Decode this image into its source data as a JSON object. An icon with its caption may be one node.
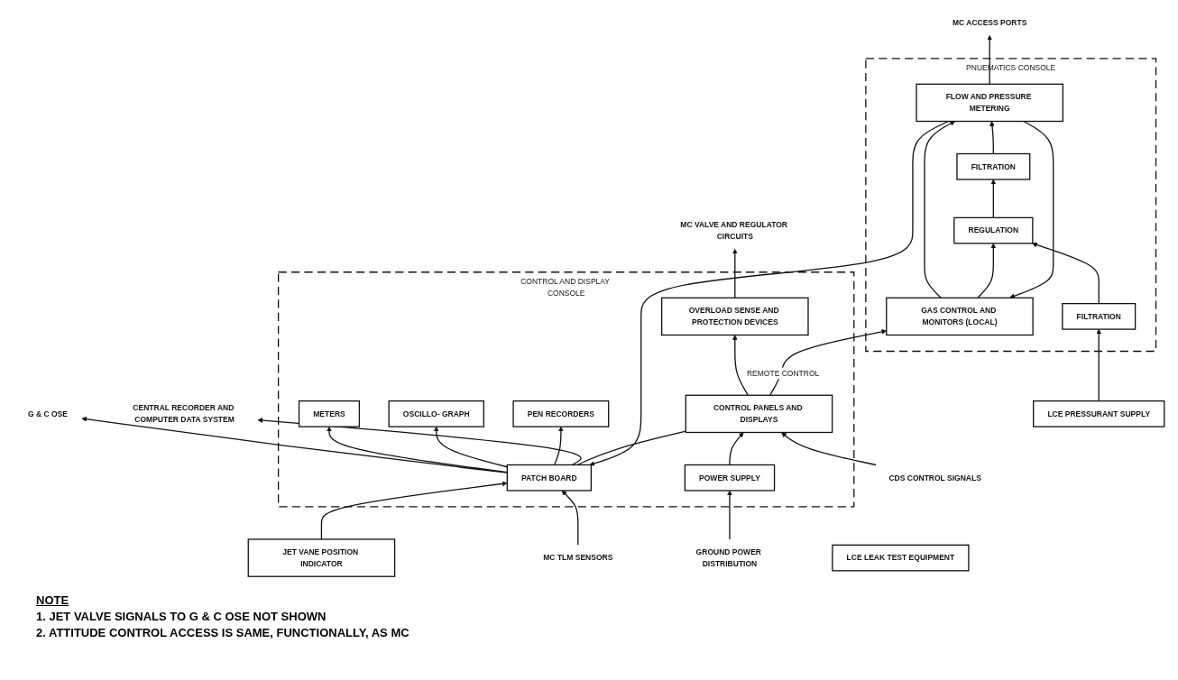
{
  "diagram": {
    "nodes": [
      {
        "text": [
          "CONTROL AND DISPLAY CONSOLE"
        ]
      },
      {
        "text": [
          "JET VANE POSITION INDICATOR"
        ]
      },
      {
        "text": [
          "MC TLM SENSORS"
        ]
      },
      {
        "text": [
          "MC VALVE AND REGULATOR CIRCUITS"
        ]
      },
      {
        "text": [
          "MC ACCESS PORTS"
        ]
      },
      {
        "text": [
          "PATCH BOARD"
        ],
        "in": 0
      },
      {
        "text": [
          "OVERLOAD SENSE AND PROTECTION DEVICES"
        ],
        "in": 0
      },
      {
        "text": [
          "G & C OSE"
        ]
      },
      {
        "text": [
          "METERS"
        ],
        "in": 0
      },
      {
        "text": [
          "OSCILLO- GRAPH"
        ],
        "in": 0
      },
      {
        "text": [
          "PEN RECORDERS"
        ],
        "in": 0
      },
      {
        "text": [
          "CONTROL PANELS AND DISPLAYS"
        ],
        "in": 0
      },
      {
        "text": [
          "CDS CONTROL SIGNALS"
        ]
      },
      {
        "text": [
          "POWER SUPPLY"
        ],
        "in": 0
      },
      {
        "text": [
          "CENTRAL RECORDER AND COMPUTER DATA SYSTEM"
        ]
      },
      {
        "text": [
          "GROUND POWER DISTRIBUTION"
        ]
      },
      {
        "text": [
          "PNUEMATICS CONSOLE"
        ]
      },
      {
        "text": [
          "GAS CONTROL AND MONITORS (LOCAL)"
        ],
        "in": 16
      },
      {
        "text": [
          "FLOW AND PRESSURE METERING"
        ],
        "in": 16
      },
      {
        "text": [
          "FILTRATION"
        ],
        "in": 16
      },
      {
        "text": [
          "REGULATION"
        ],
        "in": 16
      },
      {
        "text": [
          "FILTRATION"
        ],
        "in": 16
      },
      {
        "text": [
          "LCE PRESSURANT SUPPLY"
        ]
      },
      {
        "text": [
          "LCE LEAK TEST EQUIPMENT"
        ]
      }
    ],
    "edges": [
      {
        "from": 1,
        "to": 5,
        "arrow": "to"
      },
      {
        "from": 2,
        "to": 5,
        "arrow": "to"
      },
      {
        "from": 5,
        "to": 7,
        "arrow": "to"
      },
      {
        "from": 5,
        "to": 8,
        "arrow": "to"
      },
      {
        "from": 5,
        "to": 9,
        "arrow": "to"
      },
      {
        "from": 5,
        "to": 10,
        "arrow": "to"
      },
      {
        "from": 5,
        "to": 14,
        "arrow": "to"
      },
      {
        "from": 5,
        "to": 11,
        "arrow": "none"
      },
      {
        "from": 6,
        "to": 3,
        "arrow": "to"
      },
      {
        "from": 11,
        "to": 6,
        "arrow": "to"
      },
      {
        "from": 12,
        "to": 11,
        "arrow": "to"
      },
      {
        "from": 13,
        "to": 11,
        "arrow": "to"
      },
      {
        "from": 15,
        "to": 13,
        "arrow": "to"
      },
      {
        "from": 11,
        "to": 17,
        "arrow": "to",
        "label": "REMOTE CONTROL"
      },
      {
        "from": 18,
        "to": 5,
        "arrow": "to"
      },
      {
        "from": 18,
        "to": 4,
        "arrow": "to"
      },
      {
        "from": 18,
        "to": 17,
        "arrow": "to"
      },
      {
        "from": 17,
        "to": 18,
        "arrow": "to"
      },
      {
        "from": 17,
        "to": 20,
        "arrow": "to"
      },
      {
        "from": 21,
        "to": 20,
        "arrow": "to"
      },
      {
        "from": 20,
        "to": 19,
        "arrow": "to"
      },
      {
        "from": 19,
        "to": 18,
        "arrow": "to"
      },
      {
        "from": 22,
        "to": 21,
        "arrow": "to"
      }
    ],
    "labels": [
      "NOTE",
      "1. JET VALVE SIGNALS TO G & C OSE NOT SHOWN",
      "2. ATTITUDE CONTROL ACCESS IS SAME, FUNCTIONALLY, AS MC"
    ]
  }
}
